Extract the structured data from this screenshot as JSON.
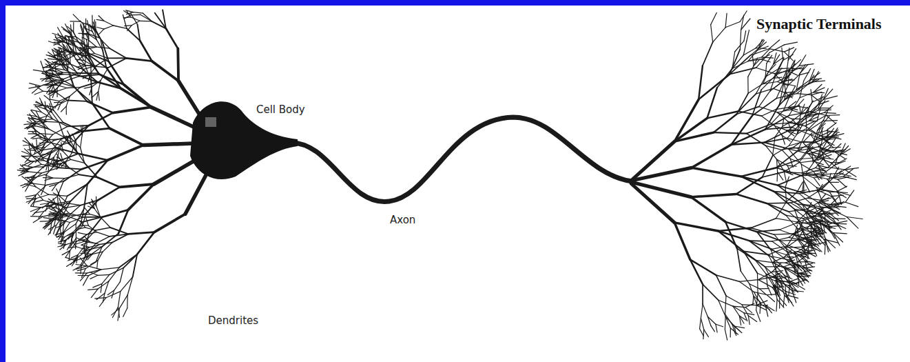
{
  "diagram": {
    "labels": [
      "Synaptic Terminals",
      "Cell Body",
      "Axon",
      "Dendrites"
    ]
  }
}
